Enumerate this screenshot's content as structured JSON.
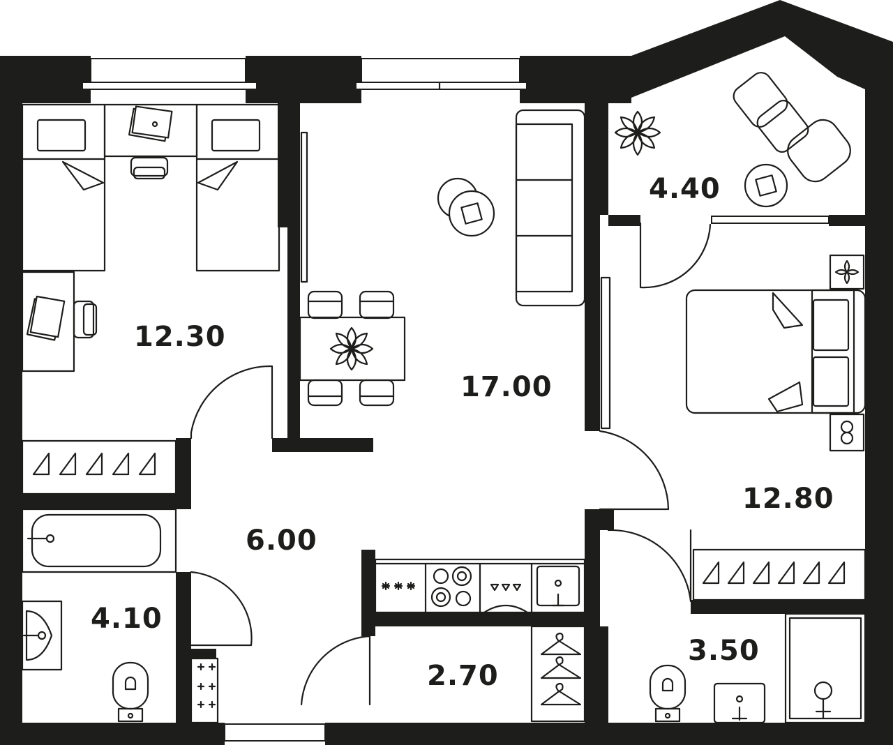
{
  "plan": {
    "colors": {
      "wall": "#1d1d1b",
      "floor": "#ffffff",
      "line": "#1d1d1b"
    },
    "rooms": [
      {
        "id": "bedroom-left",
        "area": "12.30"
      },
      {
        "id": "living-kitchen",
        "area": "17.00"
      },
      {
        "id": "balcony",
        "area": "4.40"
      },
      {
        "id": "bedroom-right",
        "area": "12.80"
      },
      {
        "id": "hallway",
        "area": "6.00"
      },
      {
        "id": "bathroom-left",
        "area": "4.10"
      },
      {
        "id": "storage",
        "area": "2.70"
      },
      {
        "id": "bathroom-right",
        "area": "3.50"
      }
    ],
    "icons": [
      "bed-icon",
      "desk-icon",
      "laptop-icon",
      "chair-icon",
      "wardrobe-icon",
      "bathtub-icon",
      "sink-icon",
      "toilet-icon",
      "washing-machine-icon",
      "sofa-icon",
      "coffee-table-icon",
      "dining-table-icon",
      "flower-icon",
      "stove-icon",
      "kitchen-counter-icon",
      "hanger-icon",
      "shower-icon",
      "lounge-chair-icon",
      "nightstand-icon"
    ]
  }
}
